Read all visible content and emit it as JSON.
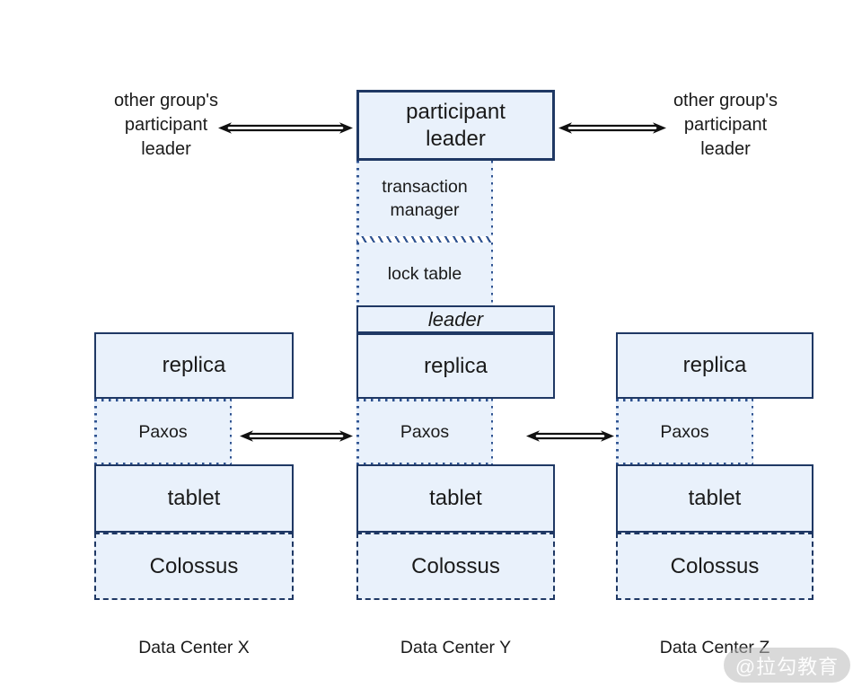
{
  "side_labels": {
    "left": "other group's\nparticipant\nleader",
    "right": "other group's\nparticipant\nleader"
  },
  "center": {
    "participant_leader": "participant\nleader",
    "transaction_manager": "transaction\nmanager",
    "lock_table": "lock table",
    "leader": "leader"
  },
  "columns": [
    {
      "replica": "replica",
      "paxos": "Paxos",
      "tablet": "tablet",
      "colossus": "Colossus",
      "label": "Data Center X"
    },
    {
      "replica": "replica",
      "paxos": "Paxos",
      "tablet": "tablet",
      "colossus": "Colossus",
      "label": "Data Center Y"
    },
    {
      "replica": "replica",
      "paxos": "Paxos",
      "tablet": "tablet",
      "colossus": "Colossus",
      "label": "Data Center Z"
    }
  ],
  "watermark": "@拉勾教育",
  "colors": {
    "box_border": "#1f3864",
    "box_fill": "#e9f1fb",
    "dotted_line": "#2f5391",
    "arrow": "#111111",
    "text": "#1a1a1a",
    "watermark_bg": "#b9b9b9",
    "watermark_text": "#ffffff"
  }
}
